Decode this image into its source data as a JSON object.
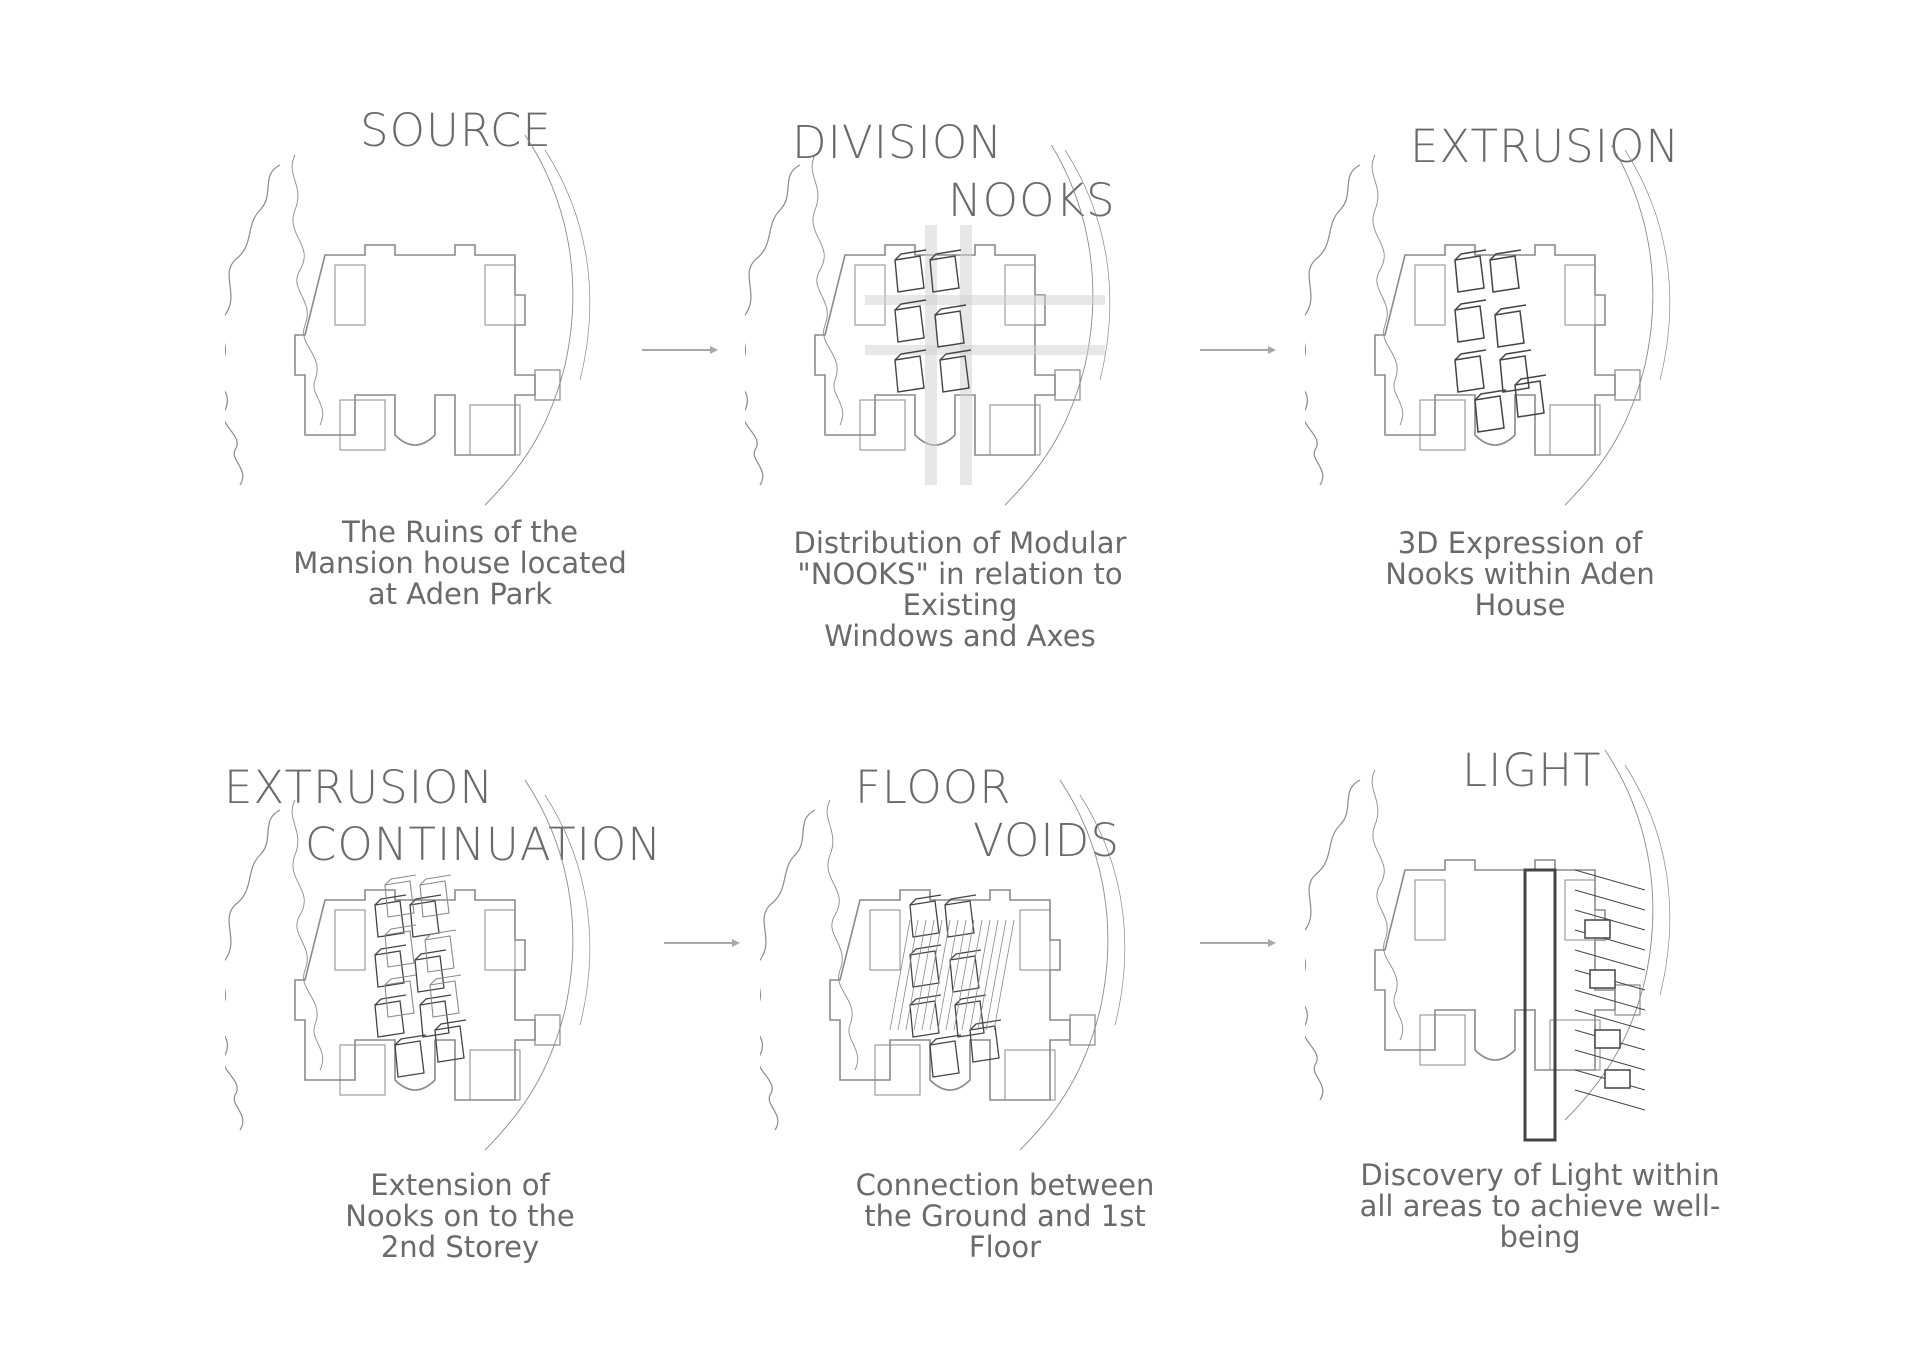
{
  "panels": [
    {
      "title_lines": [
        "SOURCE"
      ],
      "caption": "The Ruins of the\nMansion house located\nat Aden Park",
      "mode": "source"
    },
    {
      "title_lines": [
        "DIVISION",
        "NOOKS"
      ],
      "caption": "Distribution of Modular\n\"NOOKS\" in relation to Existing\nWindows and Axes",
      "mode": "division"
    },
    {
      "title_lines": [
        "EXTRUSION"
      ],
      "caption": "3D Expression of\nNooks within  Aden\nHouse",
      "mode": "extrusion"
    },
    {
      "title_lines": [
        "EXTRUSION",
        "CONTINUATION"
      ],
      "caption": "Extension of\nNooks on to the\n2nd Storey",
      "mode": "continuation"
    },
    {
      "title_lines": [
        "FLOOR",
        "VOIDS"
      ],
      "caption": "Connection between\nthe Ground and 1st\nFloor",
      "mode": "voids"
    },
    {
      "title_lines": [
        "LIGHT"
      ],
      "caption": "Discovery of Light within\nall areas to achieve well-\nbeing",
      "mode": "light"
    }
  ],
  "arrows": [
    {
      "from": "source",
      "to": "division"
    },
    {
      "from": "division",
      "to": "extrusion"
    },
    {
      "from": "continuation",
      "to": "voids"
    },
    {
      "from": "voids",
      "to": "light"
    }
  ],
  "colors": {
    "text": "#6a6a6a",
    "pencil": "#8a8a8a",
    "dark_pencil": "#444444",
    "arrow": "#a8a8a8"
  }
}
